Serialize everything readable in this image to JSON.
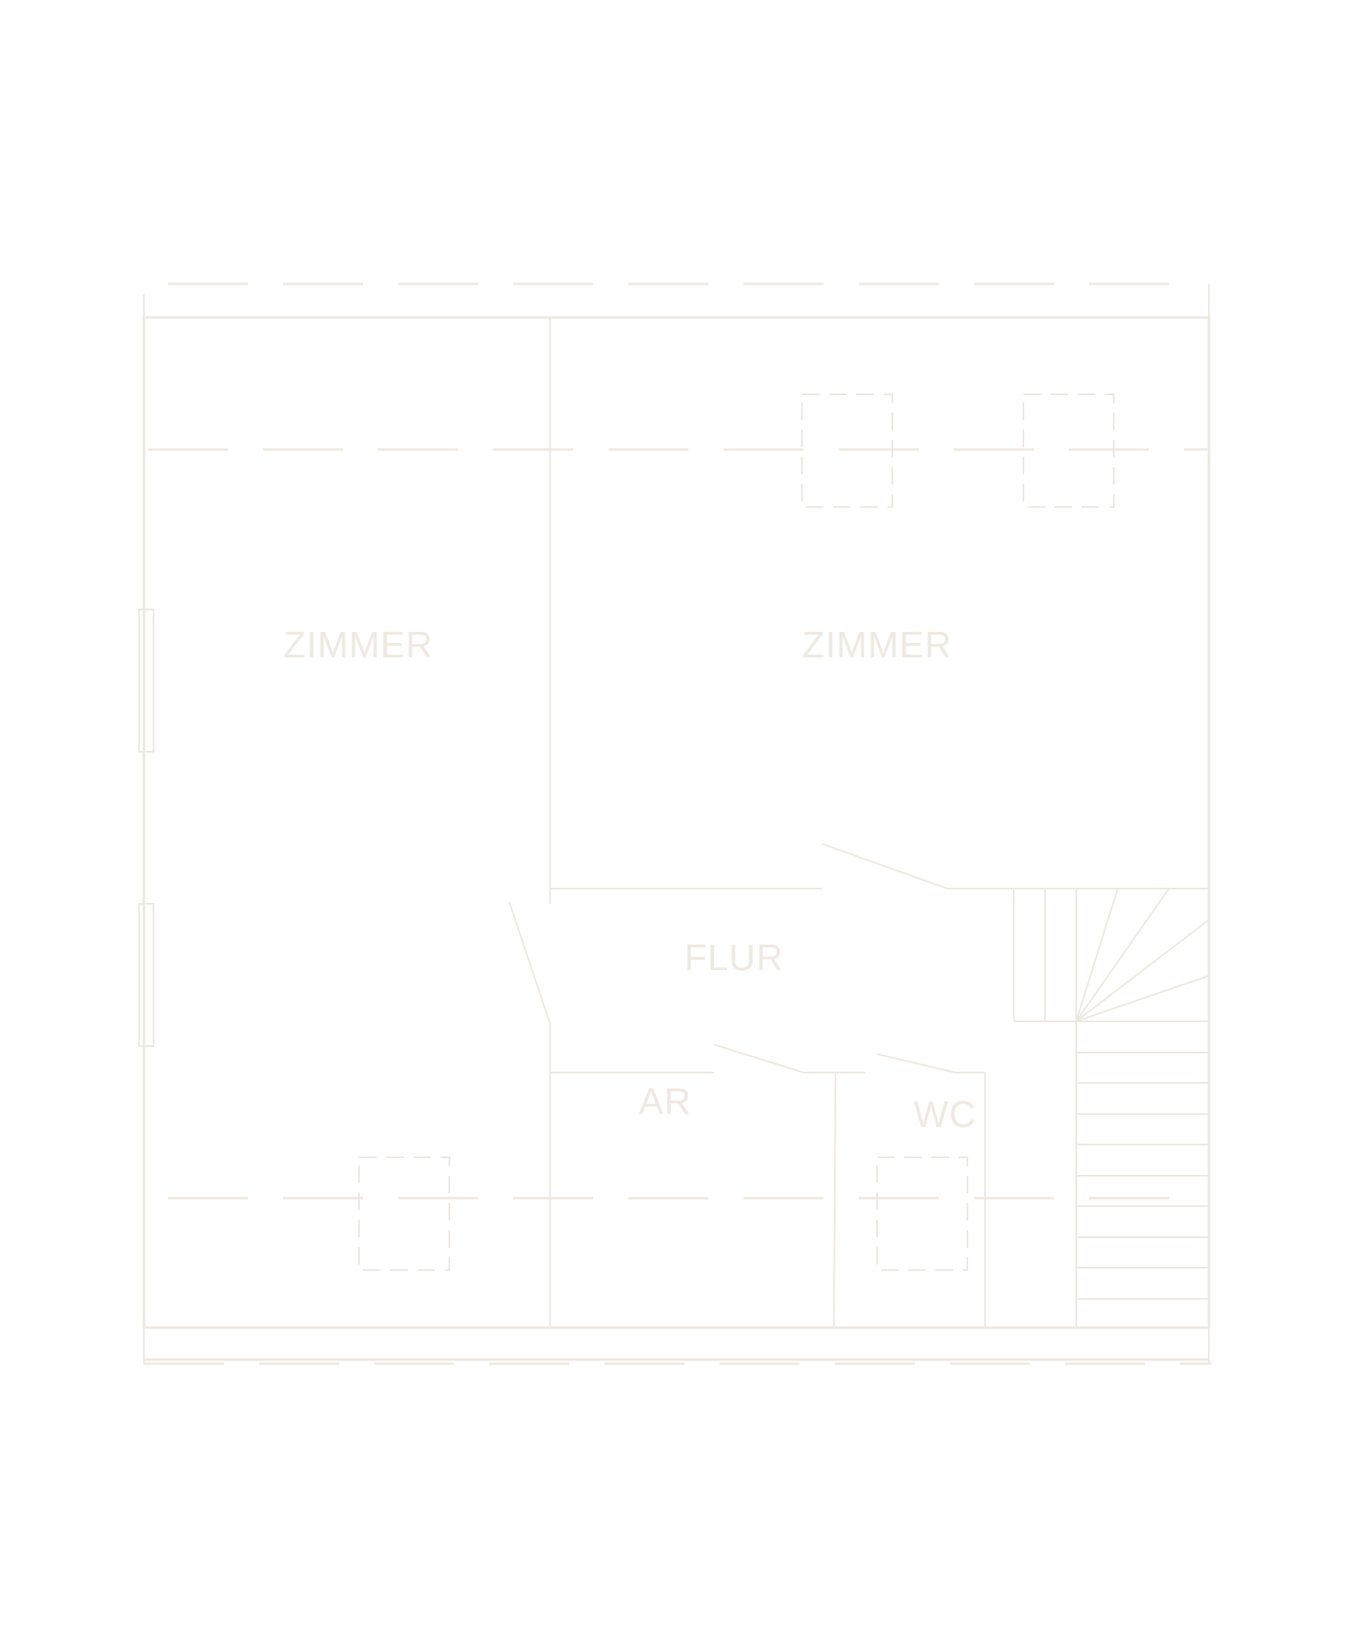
{
  "floor_plan": {
    "rooms": [
      {
        "id": "zimmer-left",
        "label": "ZIMMER"
      },
      {
        "id": "zimmer-right",
        "label": "ZIMMER"
      },
      {
        "id": "flur",
        "label": "FLUR"
      },
      {
        "id": "ar",
        "label": "AR"
      },
      {
        "id": "wc",
        "label": "WC"
      }
    ],
    "colors": {
      "background": "#ffffff",
      "line": "#ede7df",
      "label": "#efe9e1"
    }
  }
}
